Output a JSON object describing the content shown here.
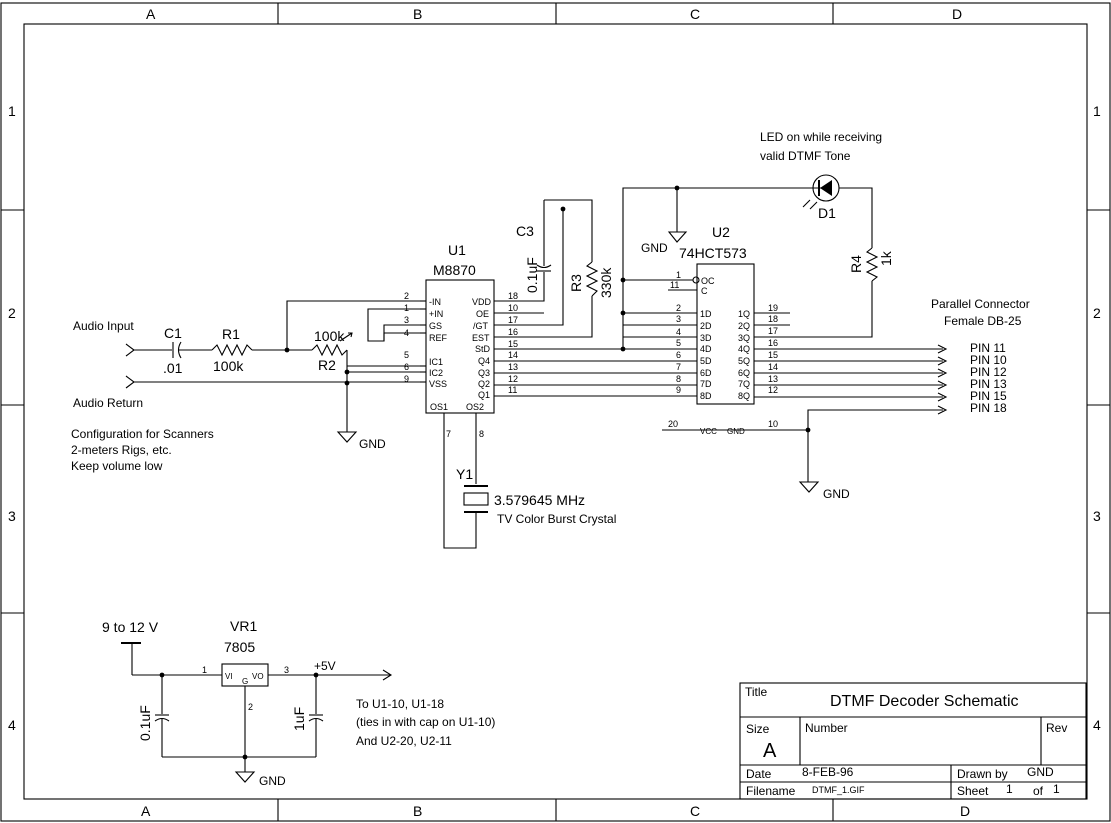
{
  "border": {
    "columns": [
      "A",
      "B",
      "C",
      "D"
    ],
    "rows": [
      "1",
      "2",
      "3",
      "4"
    ]
  },
  "inputs": {
    "audio_input": "Audio Input",
    "audio_return": "Audio Return",
    "config_note": [
      "Configuration for Scanners",
      "2-meters Rigs, etc.",
      "Keep volume low"
    ]
  },
  "components": {
    "c1": {
      "ref": "C1",
      "value": ".01"
    },
    "r1": {
      "ref": "R1",
      "value": "100k"
    },
    "r2": {
      "ref": "R2",
      "value": "100k"
    },
    "c3": {
      "ref": "C3",
      "value": "0.1uF"
    },
    "r3": {
      "ref": "R3",
      "value": "330k"
    },
    "u1": {
      "ref": "U1",
      "part": "M8870"
    },
    "u2": {
      "ref": "U2",
      "part": "74HCT573"
    },
    "d1": {
      "ref": "D1",
      "note": [
        "LED on while receiving",
        "valid DTMF Tone"
      ]
    },
    "r4": {
      "ref": "R4",
      "value": "1k"
    },
    "y1": {
      "ref": "Y1",
      "freq": "3.579645 MHz",
      "desc": "TV Color Burst Crystal"
    },
    "vr1": {
      "ref": "VR1",
      "part": "7805"
    },
    "c_in": {
      "value": "0.1uF"
    },
    "c_out": {
      "value": "1uF"
    }
  },
  "u1_pins": {
    "left": [
      {
        "num": "2",
        "name": "-IN"
      },
      {
        "num": "1",
        "name": "+IN"
      },
      {
        "num": "3",
        "name": "GS"
      },
      {
        "num": "4",
        "name": "REF"
      },
      {
        "num": "5",
        "name": "IC1"
      },
      {
        "num": "6",
        "name": "IC2"
      },
      {
        "num": "9",
        "name": "VSS"
      }
    ],
    "right": [
      {
        "num": "18",
        "name": "VDD"
      },
      {
        "num": "10",
        "name": "OE"
      },
      {
        "num": "17",
        "name": "/GT"
      },
      {
        "num": "16",
        "name": "EST"
      },
      {
        "num": "15",
        "name": "StD"
      },
      {
        "num": "14",
        "name": "Q4"
      },
      {
        "num": "13",
        "name": "Q3"
      },
      {
        "num": "12",
        "name": "Q2"
      },
      {
        "num": "11",
        "name": "Q1"
      }
    ],
    "bottom": [
      {
        "num": "7",
        "name": "OS1"
      },
      {
        "num": "8",
        "name": "OS2"
      }
    ]
  },
  "u2_pins": {
    "left": [
      {
        "num": "1",
        "name": "OC"
      },
      {
        "num": "11",
        "name": "C"
      },
      {
        "num": "2",
        "name": "1D"
      },
      {
        "num": "3",
        "name": "2D"
      },
      {
        "num": "4",
        "name": "3D"
      },
      {
        "num": "5",
        "name": "4D"
      },
      {
        "num": "6",
        "name": "5D"
      },
      {
        "num": "7",
        "name": "6D"
      },
      {
        "num": "8",
        "name": "7D"
      },
      {
        "num": "9",
        "name": "8D"
      }
    ],
    "right": [
      {
        "num": "19",
        "name": "1Q"
      },
      {
        "num": "18",
        "name": "2Q"
      },
      {
        "num": "17",
        "name": "3Q"
      },
      {
        "num": "16",
        "name": "4Q"
      },
      {
        "num": "15",
        "name": "5Q"
      },
      {
        "num": "14",
        "name": "6Q"
      },
      {
        "num": "13",
        "name": "7Q"
      },
      {
        "num": "12",
        "name": "8Q"
      }
    ],
    "power": {
      "vcc_num": "20",
      "vcc": "VCC",
      "gnd": "GND",
      "gnd_num": "10"
    }
  },
  "connector": {
    "title": [
      "Parallel Connector",
      "Female DB-25"
    ],
    "pins": [
      "PIN 11",
      "PIN 10",
      "PIN 12",
      "PIN 13",
      "PIN 15",
      "PIN 18"
    ]
  },
  "power": {
    "supply": "9 to 12 V",
    "out": "+5V",
    "reg_pins": {
      "in": "1",
      "gnd": "2",
      "out": "3",
      "vi": "VI",
      "g": "G",
      "vo": "VO"
    },
    "note": [
      "To U1-10, U1-18",
      "(ties in with cap on U1-10)",
      "And U2-20, U2-11"
    ]
  },
  "gnd": "GND",
  "title_block": {
    "title_label": "Title",
    "title": "DTMF Decoder Schematic",
    "size_label": "Size",
    "size": "A",
    "number_label": "Number",
    "rev_label": "Rev",
    "date_label": "Date",
    "date": "8-FEB-96",
    "drawn_label": "Drawn by",
    "drawn": "GND",
    "filename_label": "Filename",
    "filename": "DTMF_1.GIF",
    "sheet_label": "Sheet",
    "sheet": "1",
    "of_label": "of",
    "of": "1"
  }
}
